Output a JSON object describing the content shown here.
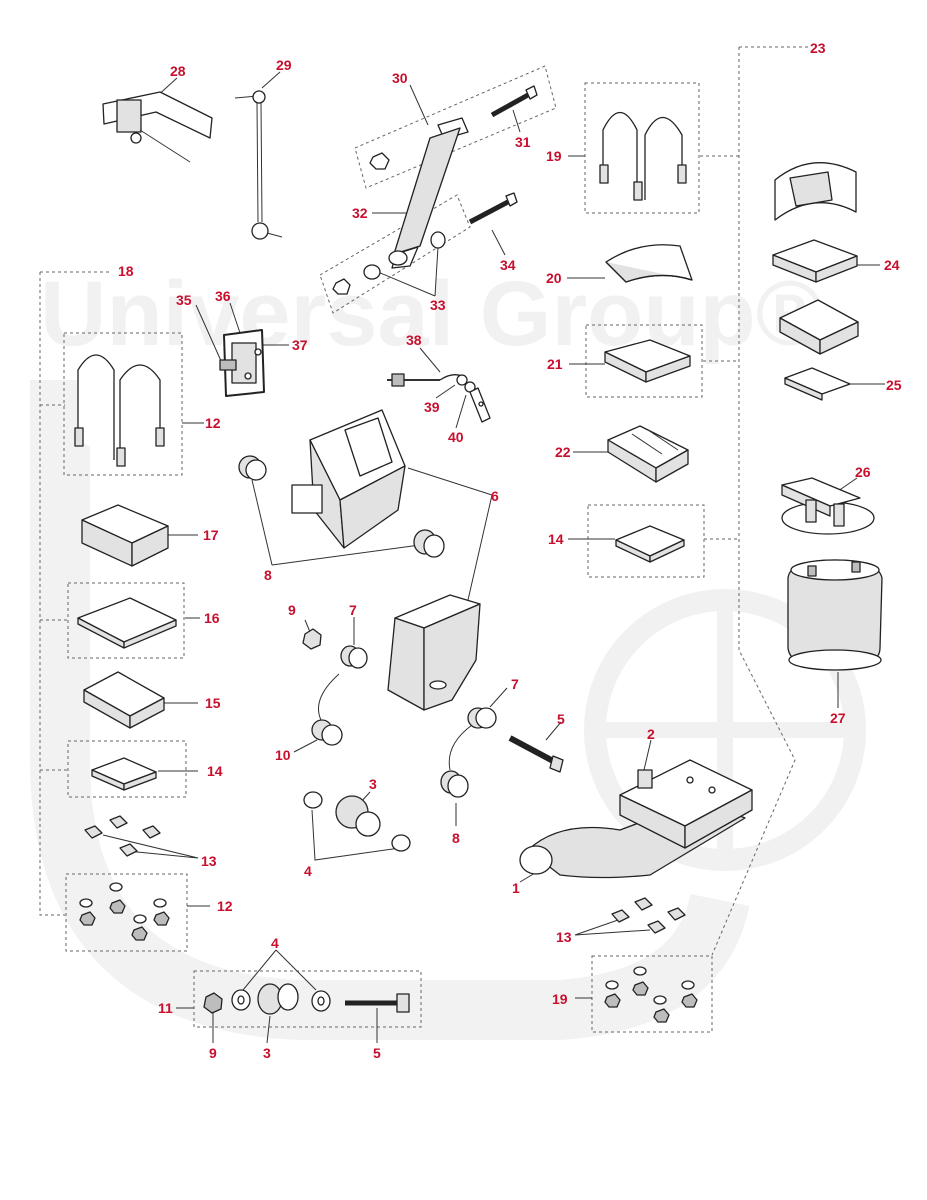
{
  "watermark": {
    "text": "Universal Group®"
  },
  "callouts": {
    "c1": "1",
    "c2": "2",
    "c3a": "3",
    "c3b": "3",
    "c4a": "4",
    "c4b": "4",
    "c5a": "5",
    "c5b": "5",
    "c6": "6",
    "c7a": "7",
    "c7b": "7",
    "c8a": "8",
    "c8b": "8",
    "c9a": "9",
    "c9b": "9",
    "c10": "10",
    "c11": "11",
    "c12a": "12",
    "c12b": "12",
    "c13a": "13",
    "c13b": "13",
    "c14a": "14",
    "c14b": "14",
    "c15": "15",
    "c16": "16",
    "c17": "17",
    "c18": "18",
    "c19a": "19",
    "c19b": "19",
    "c20": "20",
    "c21": "21",
    "c22": "22",
    "c23": "23",
    "c24": "24",
    "c25": "25",
    "c26": "26",
    "c27": "27",
    "c28": "28",
    "c29": "29",
    "c30": "30",
    "c31": "31",
    "c32": "32",
    "c33": "33",
    "c34": "34",
    "c35": "35",
    "c36": "36",
    "c37": "37",
    "c38": "38",
    "c39": "39",
    "c40": "40"
  },
  "colors": {
    "callout": "#c8102e",
    "line": "#333333",
    "watermark": "#f1f1f1"
  }
}
